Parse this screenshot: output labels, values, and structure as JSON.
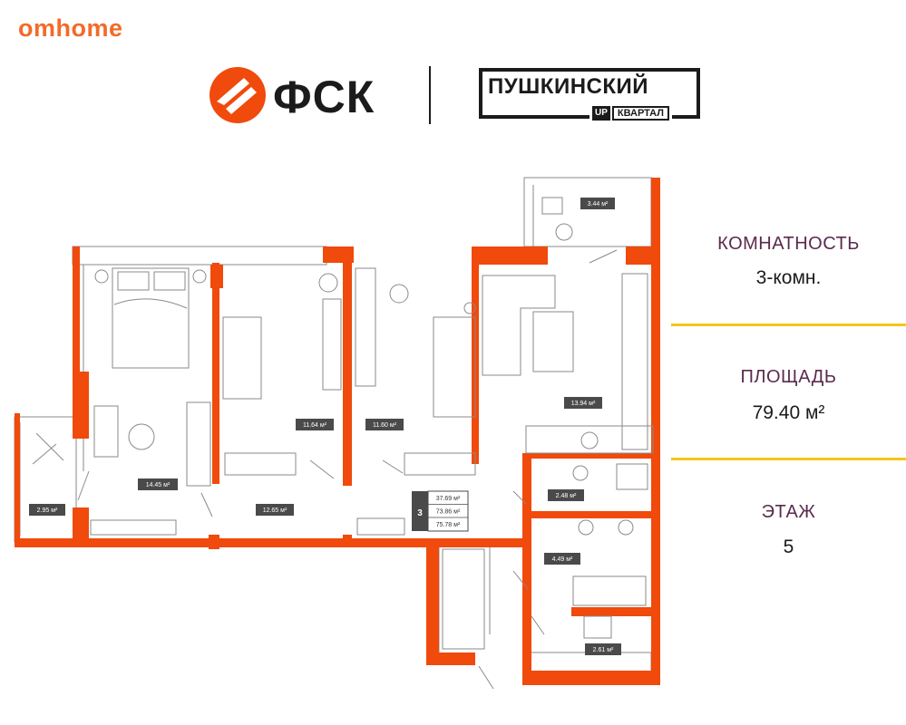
{
  "brand": {
    "site": "omhome",
    "developer": "ФСК",
    "project_title": "ПУШКИНСКИЙ",
    "project_tag_up": "UP",
    "project_tag_kvartal": "КВАРТАЛ"
  },
  "info": {
    "rooms_label": "КОМНАТНОСТЬ",
    "rooms_value": "3-комн.",
    "area_label": "ПЛОЩАДЬ",
    "area_value": "79.40 м²",
    "floor_label": "ЭТАЖ",
    "floor_value": "5"
  },
  "colors": {
    "wall": "#f04a0c",
    "brand_orange": "#f26b2a",
    "accent_line": "#f4c61a",
    "label_purple": "#5b2a4e",
    "tag_bg": "#4a4a4a"
  },
  "rooms": {
    "balcony_top": "3.44 м²",
    "bedroom_main": "14.45 м²",
    "bedroom_2": "11.64 м²",
    "bedroom_3": "11.60 м²",
    "kitchen_living": "13.94 м²",
    "balcony_left": "2.95 м²",
    "hall": "12.65 м²",
    "bathroom_1": "2.48 м²",
    "bathroom_2": "4.49 м²",
    "storage": "2.61 м²"
  },
  "summary": {
    "rooms_count": "3",
    "area_living": "37.69 м²",
    "area_total": "73.86 м²",
    "area_with_balcony": "75.78 м²"
  }
}
